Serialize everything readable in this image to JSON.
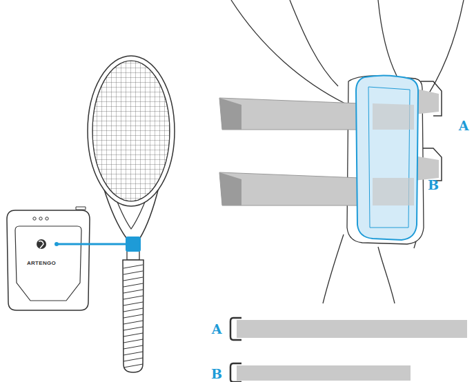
{
  "diagram": {
    "labels": [
      "ARTENGO",
      "A",
      "B",
      "A",
      "B"
    ]
  }
}
